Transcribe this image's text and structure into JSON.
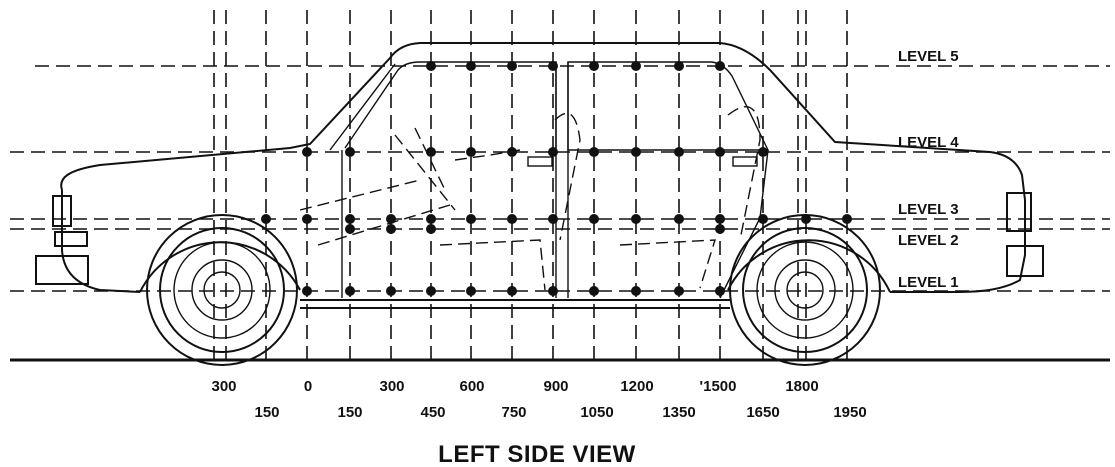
{
  "title": "LEFT SIDE VIEW",
  "levels": [
    {
      "label": "LEVEL 5"
    },
    {
      "label": "LEVEL 4"
    },
    {
      "label": "LEVEL 3"
    },
    {
      "label": "LEVEL 2"
    },
    {
      "label": "LEVEL 1"
    }
  ],
  "ticks_top": [
    "300",
    "0",
    "300",
    "600",
    "900",
    "1200",
    "'1500",
    "1800"
  ],
  "ticks_bottom": [
    "150",
    "150",
    "450",
    "750",
    "1050",
    "1350",
    "1650",
    "1950"
  ]
}
